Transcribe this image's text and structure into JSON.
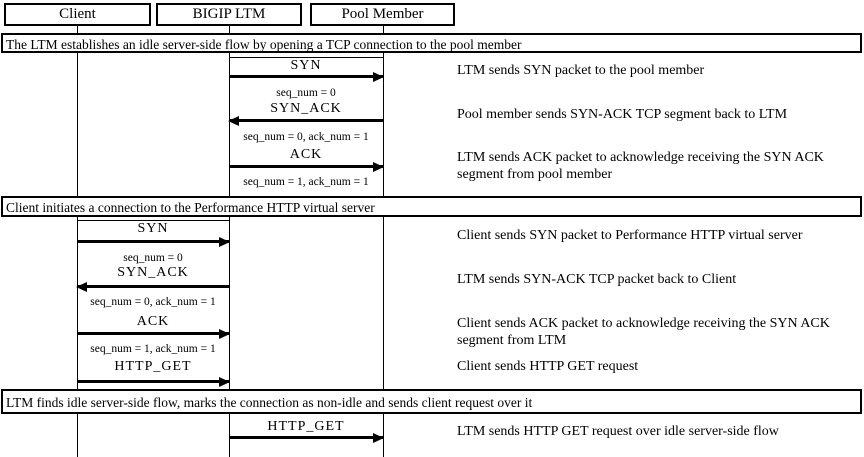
{
  "diagram_type": "tcp-sequence-diagram",
  "colors": {
    "line": "#000000",
    "background": "#ffffff",
    "text": "#000000"
  },
  "actors": [
    {
      "label": "Client"
    },
    {
      "label": "BIGIP LTM"
    },
    {
      "label": "Pool Member"
    }
  ],
  "sections": [
    {
      "banner": "The LTM establishes an idle server-side flow by opening a TCP connection to the pool member",
      "messages": [
        {
          "label": "SYN",
          "from": "BIGIP LTM",
          "to": "Pool Member",
          "direction": "right",
          "annotation": "seq_num = 0",
          "description": "LTM sends SYN packet to the pool member"
        },
        {
          "label": "SYN_ACK",
          "from": "Pool Member",
          "to": "BIGIP LTM",
          "direction": "left",
          "annotation": "seq_num = 0, ack_num = 1",
          "description": "Pool member sends SYN-ACK TCP segment back to LTM"
        },
        {
          "label": "ACK",
          "from": "BIGIP LTM",
          "to": "Pool Member",
          "direction": "right",
          "annotation": "seq_num = 1, ack_num = 1",
          "description": "LTM sends ACK packet to acknowledge receiving the SYN ACK segment from pool member"
        }
      ]
    },
    {
      "banner": "Client initiates a connection to the Performance HTTP virtual server",
      "messages": [
        {
          "label": "SYN",
          "from": "Client",
          "to": "BIGIP LTM",
          "direction": "right",
          "annotation": "seq_num = 0",
          "description": "Client sends SYN packet to Performance HTTP virtual server"
        },
        {
          "label": "SYN_ACK",
          "from": "BIGIP LTM",
          "to": "Client",
          "direction": "left",
          "annotation": "seq_num = 0, ack_num = 1",
          "description": "LTM sends SYN-ACK TCP packet back to Client"
        },
        {
          "label": "ACK",
          "from": "Client",
          "to": "BIGIP LTM",
          "direction": "right",
          "annotation": "seq_num = 1, ack_num = 1",
          "description": "Client sends ACK packet to acknowledge receiving the SYN ACK segment from LTM"
        },
        {
          "label": "HTTP_GET",
          "from": "Client",
          "to": "BIGIP LTM",
          "direction": "right",
          "annotation": "",
          "description": "Client sends HTTP GET request"
        }
      ]
    },
    {
      "banner": "LTM finds idle server-side flow, marks the connection as non-idle and sends client request over it",
      "messages": [
        {
          "label": "HTTP_GET",
          "from": "BIGIP LTM",
          "to": "Pool Member",
          "direction": "right",
          "annotation": "",
          "description": "LTM sends HTTP GET request over idle server-side flow"
        }
      ]
    }
  ]
}
